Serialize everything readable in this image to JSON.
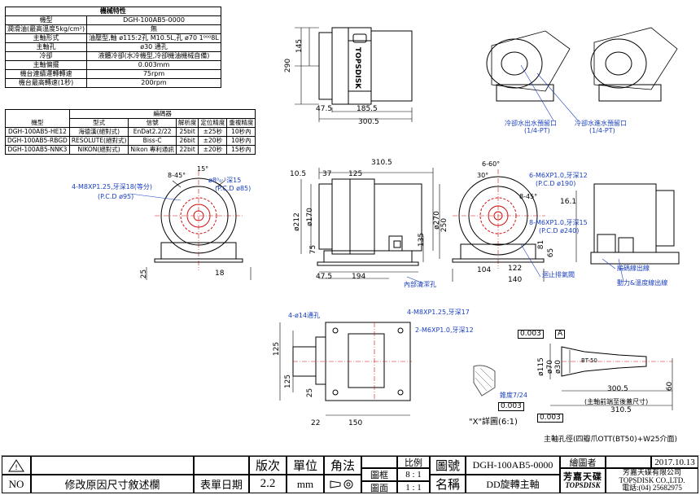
{
  "spec_table": {
    "title": "機械特性",
    "rows": [
      {
        "label": "機型",
        "value": "DGH-100AB5-0000"
      },
      {
        "label": "潤滑油(最高溫度5kg/cm²)",
        "value": "無"
      },
      {
        "label": "主軸形式",
        "value": "油壓型,軸 ø115:2孔 M10.5L,孔 ø70 1⁰⁰⁰8L"
      },
      {
        "label": "主軸孔",
        "value": "ø30 通孔"
      },
      {
        "label": "冷卻",
        "value": "液體冷卻(水冷機型,冷卻機油機械自備)"
      },
      {
        "label": "主軸偏擺",
        "value": "0.003mm"
      },
      {
        "label": "機台連續運轉轉速",
        "value": "75rpm"
      },
      {
        "label": "機台最高轉速(1秒)",
        "value": "200rpm"
      }
    ]
  },
  "encoder_table": {
    "title": "編碼器",
    "headers": [
      "機型",
      "型式",
      "信號",
      "解析度",
      "定位精度",
      "重複精度"
    ],
    "rows": [
      [
        "DGH-100AB5-HE12",
        "海德漢(絕對式)",
        "EnDat2.2/22",
        "25bit",
        "±25秒",
        "10秒內"
      ],
      [
        "DGH-100AB5-RBGD",
        "RESOLUTE(絕對式)",
        "Biss-C",
        "26bit",
        "±20秒",
        "10秒內"
      ],
      [
        "DGH-100AB5-NNK3",
        "NIKON(絕對式)",
        "Nikon 專利通訊",
        "22bit",
        "±20秒",
        "15秒內"
      ]
    ]
  },
  "annotations": {
    "bolt_a": "4-M8XP1.25,牙深18(等分)",
    "pcd_a": "(P.C.D ø95)",
    "bolt_b": "ø8⁰₀·¹深15",
    "pcd_b": "(P.C.D ø85)",
    "angle_a": "8-45°",
    "angle_b": "15°",
    "angle_c": "6-60°",
    "angle_d": "30°",
    "bolt_c": "6-M6XP1.0,牙深12",
    "pcd_c": "(P.C.D ø190)",
    "angle_e": "8-45°",
    "bolt_d": "8-M6XP1.0,牙深15",
    "pcd_d": "(P.C.D ø240)",
    "hole_e": "4-ø14通孔",
    "bolt_f": "4-M8XP1.25,牙深17",
    "bolt_g": "2-M6XP1.0,牙深12",
    "coolant_out": "冷卻水出水預留口",
    "coolant_out_size": "(1/4-PT)",
    "coolant_in": "冷卻水進水預留口",
    "coolant_in_size": "(1/4-PT)",
    "inner_clean": "內部清潔孔",
    "air_exhaust": "迴止排氣閥",
    "encoder_outlet": "編碼線出線",
    "power_outlet": "動力&溫度線出線",
    "detail_x": "\"X\"詳圖(6:1)",
    "taper": "錐度7/24",
    "spindle_note": "主軸孔徑(四瓣爪OTT(BT50)+W25介面)",
    "spindle_front": "(主軸前端至後蓋尺寸)",
    "bt_label": "BT-50",
    "brand_vertical": "TOPSDISK"
  },
  "dims": {
    "d290": "290",
    "d145": "145",
    "d47_5a": "47.5",
    "d185_5": "185.5",
    "d300_5a": "300.5",
    "d310_5a": "310.5",
    "d10_5": "10.5",
    "d37": "37",
    "d125a": "125",
    "d212": "ø212",
    "d170a": "ø170",
    "d135": "135",
    "d47_5b": "47.5",
    "d194": "194",
    "d75": "75",
    "d25a": "25",
    "d18": "18",
    "d6_60": "6-60°",
    "d270": "ø270",
    "d250": "250",
    "d104": "104",
    "d122": "122",
    "d140": "140",
    "d81": "81",
    "d65": "65",
    "d16_1": "16.1",
    "d125b": "125",
    "d125c": "125",
    "d150": "150",
    "d22": "22",
    "d300_5b": "300.5",
    "d310_5b": "310.5",
    "d115": "ø115",
    "d70": "ø70",
    "d30": "ø30",
    "d0003a": "0.003",
    "d0003b": "0.003",
    "d0003c": "0.003",
    "dA": "A",
    "d25b": "25",
    "d60": "60"
  },
  "title_block": {
    "no": "NO",
    "revision_desc": "修改原因尺寸敘述欄",
    "table_date": "表單日期",
    "version_label": "版次",
    "version_value": "2.2",
    "unit_label": "單位",
    "unit_value": "mm",
    "angle_label": "角法",
    "scale_label": "比例",
    "frame_label": "圖框",
    "frame_value": "8 : 1",
    "face_label": "圖面",
    "face_value": "1 : 1",
    "drawing_no_label": "圖號",
    "drawing_no_value": "DGH-100AB5-0000",
    "name_label": "名稱",
    "name_value": "DD旋轉主軸",
    "drawer_label": "繪圖者",
    "date_value": "2017.10.13",
    "company_cn": "芳嘉天碟有限公司",
    "company_en": "TOPSDISK CO.,LTD.",
    "phone": "電話:(04) 25682975",
    "logo_cn": "芳嘉天碟",
    "logo_en": "TOPSDISK"
  },
  "colors": {
    "line": "#000000",
    "hidden": "#d01010",
    "leader": "#1a3fbf",
    "hatch": "#555555"
  }
}
